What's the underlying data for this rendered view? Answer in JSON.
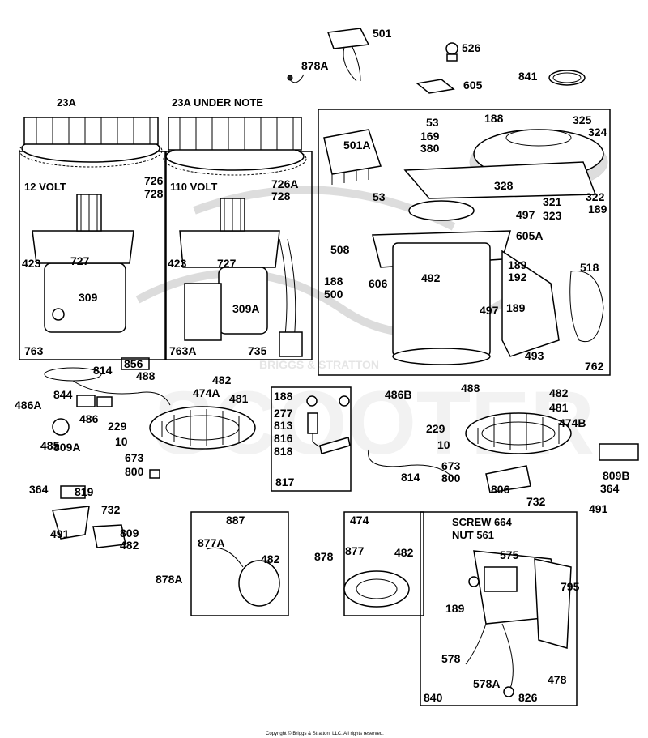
{
  "diagram": {
    "callouts": {
      "c_23a": "23A",
      "c_23a_note": "23A UNDER NOTE",
      "c_12volt": "12 VOLT",
      "c_110volt": "110 VOLT",
      "c_501": "501",
      "c_878a_top": "878A",
      "c_526": "526",
      "c_605": "605",
      "c_841": "841",
      "c_726": "726",
      "c_728": "728",
      "c_726a": "726A",
      "c_728b": "728",
      "c_423a": "423",
      "c_727a": "727",
      "c_309": "309",
      "c_763": "763",
      "c_423b": "423",
      "c_727b": "727",
      "c_309a": "309A",
      "c_763a": "763A",
      "c_735": "735",
      "c_53a": "53",
      "c_169": "169",
      "c_380": "380",
      "c_188a": "188",
      "c_325": "325",
      "c_324": "324",
      "c_501a": "501A",
      "c_328": "328",
      "c_53b": "53",
      "c_321": "321",
      "c_322": "322",
      "c_323": "323",
      "c_189a": "189",
      "c_497a": "497",
      "c_605a": "605A",
      "c_508": "508",
      "c_492": "492",
      "c_189b": "189",
      "c_192": "192",
      "c_518": "518",
      "c_188b": "188",
      "c_606": "606",
      "c_500": "500",
      "c_497b": "497",
      "c_189c": "189",
      "c_493": "493",
      "c_762": "762",
      "c_814a": "814",
      "c_856": "856",
      "c_488a": "488",
      "c_482a": "482",
      "c_844": "844",
      "c_474a": "474A",
      "c_481a": "481",
      "c_486a": "486A",
      "c_486": "486",
      "c_229a": "229",
      "c_10a": "10",
      "c_485": "485",
      "c_809a": "809A",
      "c_673a": "673",
      "c_800a": "800",
      "c_364a": "364",
      "c_819": "819",
      "c_732a": "732",
      "c_491a": "491",
      "c_809": "809",
      "c_482b": "482",
      "c_188c": "188",
      "c_277": "277",
      "c_813": "813",
      "c_816": "816",
      "c_818": "818",
      "c_817": "817",
      "c_486b": "486B",
      "c_488b": "488",
      "c_482c": "482",
      "c_481b": "481",
      "c_474b": "474B",
      "c_229b": "229",
      "c_10b": "10",
      "c_814b": "814",
      "c_673b": "673",
      "c_800b": "800",
      "c_806": "806",
      "c_809b": "809B",
      "c_364b": "364",
      "c_732b": "732",
      "c_491b": "491",
      "c_887": "887",
      "c_877a": "877A",
      "c_482d": "482",
      "c_878a_bot": "878A",
      "c_474": "474",
      "c_878": "878",
      "c_877": "877",
      "c_482e": "482",
      "c_screw": "SCREW 664",
      "c_nut": "NUT 561",
      "c_575": "575",
      "c_795": "795",
      "c_189d": "189",
      "c_578": "578",
      "c_578a": "578A",
      "c_478": "478",
      "c_826": "826",
      "c_840": "840"
    },
    "watermark": {
      "brand": "BRIGGS & STRATTON",
      "big": "SCOOTER"
    },
    "copyright": "Copyright © Briggs & Stratton, LLC. All rights reserved."
  }
}
